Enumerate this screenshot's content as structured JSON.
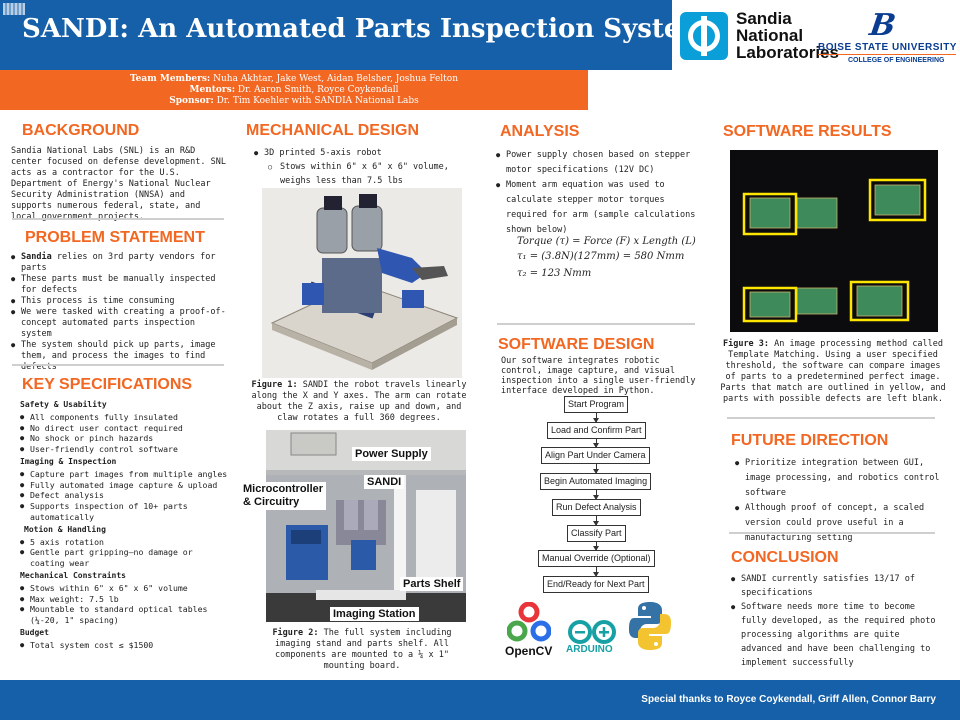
{
  "header": {
    "title": "SANDI: An Automated Parts Inspection System"
  },
  "logos": {
    "sandia_lines": [
      "Sandia",
      "National",
      "Laboratories"
    ],
    "bsu_name": "BOISE STATE UNIVERSITY",
    "bsu_college": "COLLEGE OF ENGINEERING"
  },
  "team": {
    "members_label": "Team Members:",
    "members": "Nuha Akhtar, Jake West, Aidan Belsher, Joshua Felton",
    "mentors_label": "Mentors:",
    "mentors": "Dr. Aaron Smith, Royce Coykendall",
    "sponsor_label": "Sponsor:",
    "sponsor": "Dr. Tim Koehler with SANDIA National Labs"
  },
  "background": {
    "heading": "BACKGROUND",
    "body": "Sandia National Labs (SNL) is an R&D center focused on defense development. SNL acts as a contractor for the U.S. Department of Energy's National Nuclear Security Administration (NNSA) and supports numerous federal, state, and local government projects."
  },
  "problem": {
    "heading": "PROBLEM STATEMENT",
    "lead_bold": "Sandia",
    "lead_rest": " relies on 3rd party vendors for parts",
    "items": [
      "These parts must be manually inspected for defects",
      "This process is time consuming",
      "We were tasked with creating a proof-of-concept automated parts inspection system",
      "The system should pick up parts, image them, and process the images to find defects"
    ]
  },
  "specs": {
    "heading": "KEY SPECIFICATIONS",
    "groups": [
      {
        "title": "Safety & Usability",
        "items": [
          "All components fully insulated",
          "No direct user contact required",
          "No shock or pinch hazards",
          "User-friendly control software"
        ]
      },
      {
        "title": "Imaging & Inspection",
        "items": [
          "Capture part images from multiple angles",
          "Fully automated image capture & upload",
          "Defect analysis",
          "Supports inspection of 10+ parts automatically"
        ]
      },
      {
        "title": "Motion & Handling",
        "items": [
          "5 axis rotation",
          "Gentle part gripping—no damage or coating wear"
        ]
      },
      {
        "title": "Mechanical Constraints",
        "items": [
          "Stows within 6\" x 6\" x 6\" volume",
          "Max weight: 7.5 lb",
          "Mountable to standard optical tables (¼-20, 1\" spacing)"
        ]
      },
      {
        "title": "Budget",
        "items": [
          "Total system cost ≤ $1500"
        ]
      }
    ]
  },
  "mechanical": {
    "heading": "MECHANICAL DESIGN",
    "bullet": "3D printed 5-axis robot",
    "sub_bullet": "Stows within 6\" x 6\" x 6\" volume, weighs less than 7.5 lbs",
    "fig1_label": "Figure 1:",
    "fig1_text": " SANDI the robot travels linearly along the X and Y axes. The arm can rotate about the Z axis, raise up and down, and claw rotates a full 360 degrees.",
    "photo_labels": {
      "power": "Power Supply",
      "sandi": "SANDI",
      "micro": "Microcontroller\n& Circuitry",
      "shelf": "Parts Shelf",
      "imaging": "Imaging Station"
    },
    "fig2_label": "Figure 2:",
    "fig2_text": " The full system including imaging stand and parts shelf.  All components are mounted to a ¼ x 1\" mounting board."
  },
  "analysis": {
    "heading": "ANALYSIS",
    "items": [
      "Power supply chosen based on stepper motor specifications (12V DC)",
      "Moment arm equation was used to calculate stepper motor torques required for arm (sample calculations shown below)"
    ],
    "eq1": "Torque (τ)  =  Force (F) x Length (L)",
    "eq2": "τ₁ =  (3.8N)(127mm)  =  580 Nmm",
    "eq3": "τ₂ =  123 Nmm"
  },
  "software_design": {
    "heading": "SOFTWARE DESIGN",
    "body": "Our software integrates robotic control, image capture, and visual inspection into a single user-friendly interface developed in Python.",
    "flow": [
      "Start Program",
      "Load and Confirm Part",
      "Align Part Under Camera",
      "Begin Automated Imaging",
      "Run Defect Analysis",
      "Classify Part",
      "Manual Override (Optional)",
      "End/Ready for Next Part"
    ],
    "tools": [
      "OpenCV",
      "ARDUINO"
    ]
  },
  "software_results": {
    "heading": "SOFTWARE RESULTS",
    "fig3_label": "Figure 3:",
    "fig3_text": " An image processing method called Template Matching. Using a user specified threshold, the software can compare images of parts to a predetermined perfect image. Parts that match are outlined in yellow, and parts with possible defects are left blank."
  },
  "future": {
    "heading": "FUTURE DIRECTION",
    "items": [
      "Prioritize integration between GUI, image processing, and robotics control software",
      "Although proof of concept, a scaled version could prove useful in a manufacturing setting"
    ]
  },
  "conclusion": {
    "heading": "CONCLUSION",
    "items": [
      "SANDI currently satisfies 13/17 of specifications",
      "Software needs more time to become fully developed, as the required photo processing algorithms are quite advanced and have been challenging to implement successfully"
    ]
  },
  "footer": {
    "thanks": "Special thanks to Royce Coykendall, Griff Allen, Connor Barry"
  },
  "colors": {
    "blue": "#1560a8",
    "orange": "#f26722",
    "sandia_blue": "#0a9fd8",
    "bsu_blue": "#0a3d91"
  }
}
